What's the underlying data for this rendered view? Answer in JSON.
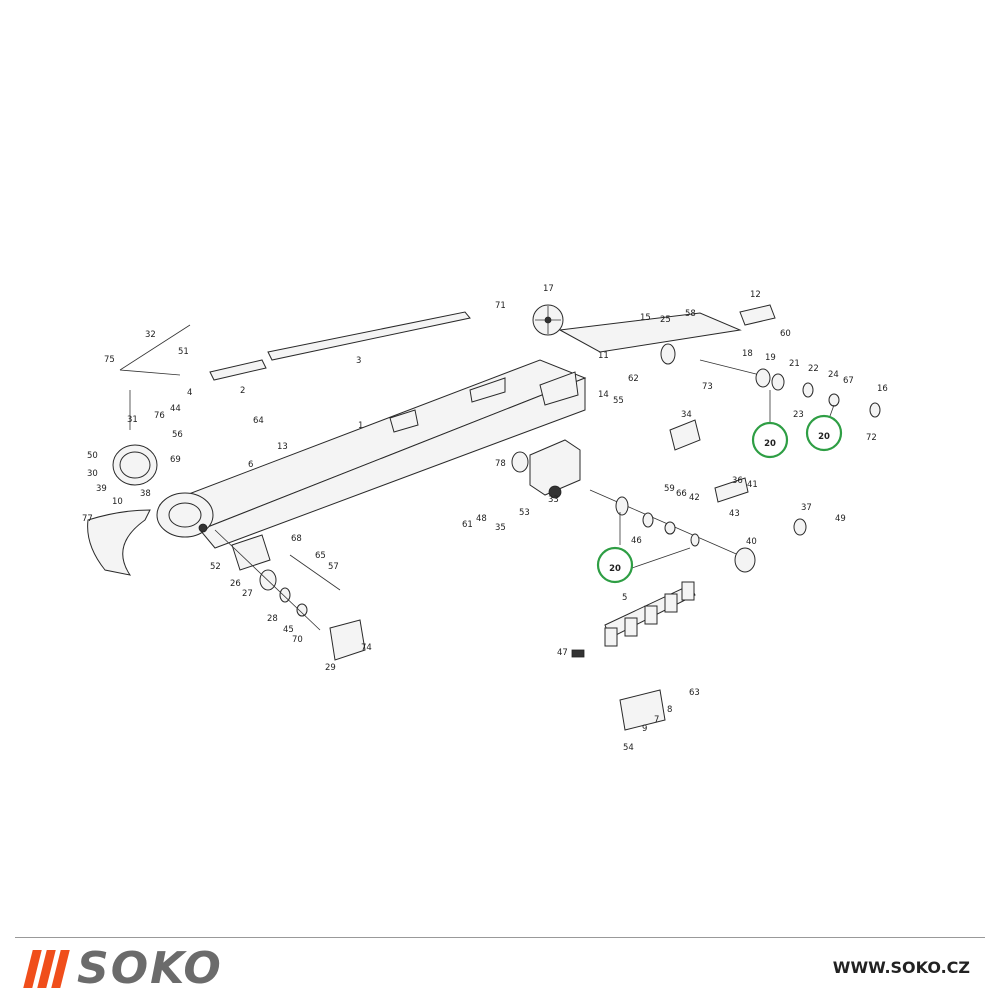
{
  "diagram": {
    "callouts": [
      "1",
      "2",
      "3",
      "4",
      "5",
      "6",
      "7",
      "8",
      "9",
      "10",
      "11",
      "12",
      "13",
      "14",
      "15",
      "16",
      "17",
      "18",
      "19",
      "20",
      "21",
      "22",
      "23",
      "24",
      "25",
      "26",
      "27",
      "28",
      "29",
      "30",
      "31",
      "32",
      "33",
      "34",
      "35",
      "36",
      "37",
      "38",
      "39",
      "40",
      "41",
      "42",
      "43",
      "44",
      "45",
      "46",
      "47",
      "48",
      "49",
      "50",
      "51",
      "52",
      "53",
      "54",
      "55",
      "56",
      "57",
      "58",
      "59",
      "60",
      "61",
      "62",
      "63",
      "64",
      "65",
      "66",
      "67",
      "68",
      "69",
      "70",
      "71",
      "72",
      "73",
      "74",
      "75",
      "76",
      "77",
      "78"
    ],
    "highlight_label": "20",
    "highlight_color": "#2e9e44"
  },
  "footer": {
    "brand": "SOKO",
    "brand_color": "#f04e1b",
    "website": "WWW.SOKO.CZ"
  }
}
